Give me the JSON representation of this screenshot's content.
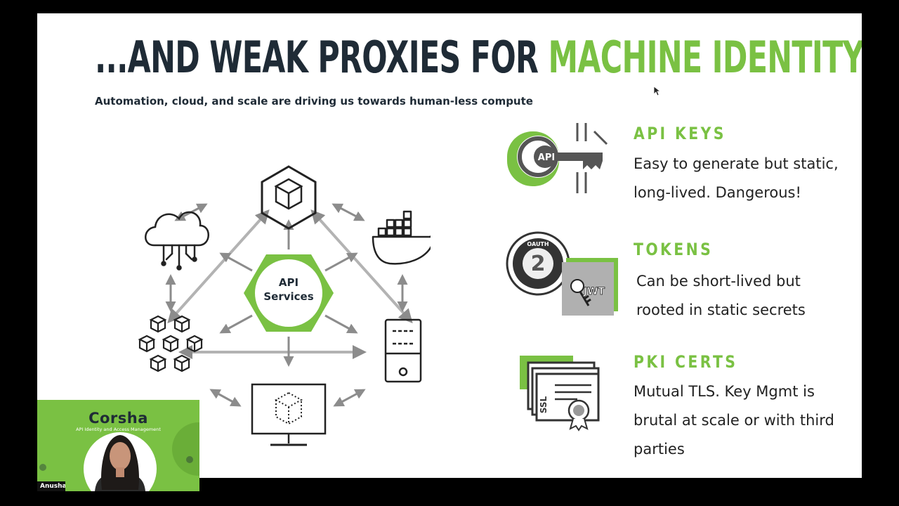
{
  "slide": {
    "title_part1": "...AND WEAK PROXIES FOR ",
    "title_part2": "MACHINE IDENTITY",
    "subtitle": "Automation, cloud, and scale are driving us towards human-less compute",
    "hub_label_line1": "API",
    "hub_label_line2": "Services"
  },
  "sections": [
    {
      "heading": "API KEYS",
      "lines": [
        "Easy to generate but static,",
        "long-lived.  Dangerous!"
      ],
      "icon": "api-key-icon",
      "icon_badge": "API"
    },
    {
      "heading": "TOKENS",
      "lines": [
        "Can be short-lived but",
        "rooted in static secrets"
      ],
      "icon": "oauth-jwt-icon",
      "icon_badge": "JWT",
      "icon_digit": "2",
      "icon_ring_text": "OAUTH"
    },
    {
      "heading": "PKI CERTS",
      "lines": [
        "Mutual TLS.  Key Mgmt is",
        "brutal at scale or with third",
        "parties"
      ],
      "icon": "certificate-icon",
      "icon_badge": "SSL"
    }
  ],
  "webcam": {
    "brand": "Corsha",
    "tagline": "API Identity and Access Management",
    "presenter_name": "Anusha I"
  },
  "colors": {
    "accent_green": "#7ac143",
    "dark_text": "#1f2b36",
    "arrow_gray": "#a6a6a6"
  }
}
